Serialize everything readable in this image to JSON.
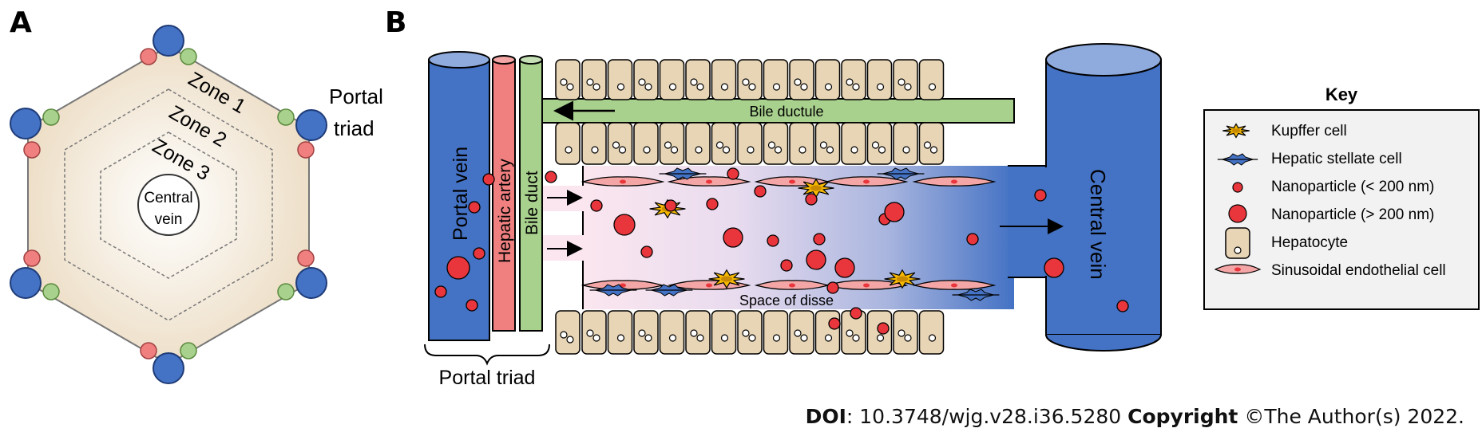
{
  "panel_a": {
    "letter": "A",
    "zones": [
      "Zone 1",
      "Zone 2",
      "Zone 3"
    ],
    "central_vein": [
      "Central",
      "vein"
    ],
    "portal_triad": [
      "Portal",
      "triad"
    ]
  },
  "panel_b": {
    "letter": "B",
    "labels": {
      "portal_vein": "Portal vein",
      "hepatic_artery": "Hepatic artery",
      "bile_duct": "Bile duct",
      "bile_ductule": "Bile ductule",
      "central_vein": "Central vein",
      "space_of_disse": "Space of disse",
      "portal_triad": "Portal triad"
    },
    "key": {
      "title": "Key",
      "items": [
        {
          "icon": "kupffer-cell-icon",
          "label": "Kupffer cell"
        },
        {
          "icon": "hepatic-stellate-cell-icon",
          "label": "Hepatic stellate cell"
        },
        {
          "icon": "nanoparticle-small-icon",
          "label": "Nanoparticle (< 200 nm)"
        },
        {
          "icon": "nanoparticle-large-icon",
          "label": "Nanoparticle (> 200 nm)"
        },
        {
          "icon": "hepatocyte-icon",
          "label": "Hepatocyte"
        },
        {
          "icon": "sinusoidal-endothelial-cell-icon",
          "label": "Sinusoidal endothelial cell"
        }
      ]
    }
  },
  "footer": {
    "doi_label": "DOI",
    "doi_value": ": 10.3748/wjg.v28.i36.5280 ",
    "copyright_label": "Copyright",
    "copyright_value": " ©The Author(s) 2022."
  },
  "colors": {
    "portal_vein": "#4472c4",
    "hepatic_artery": "#f08080",
    "bile_duct": "#a9d18e",
    "hepatocyte": "#e8d5b5",
    "nanoparticle": "#e8363c",
    "kupffer": "#f5b800",
    "stellate": "#4472c4",
    "endothelial": "#f4a6a6"
  }
}
